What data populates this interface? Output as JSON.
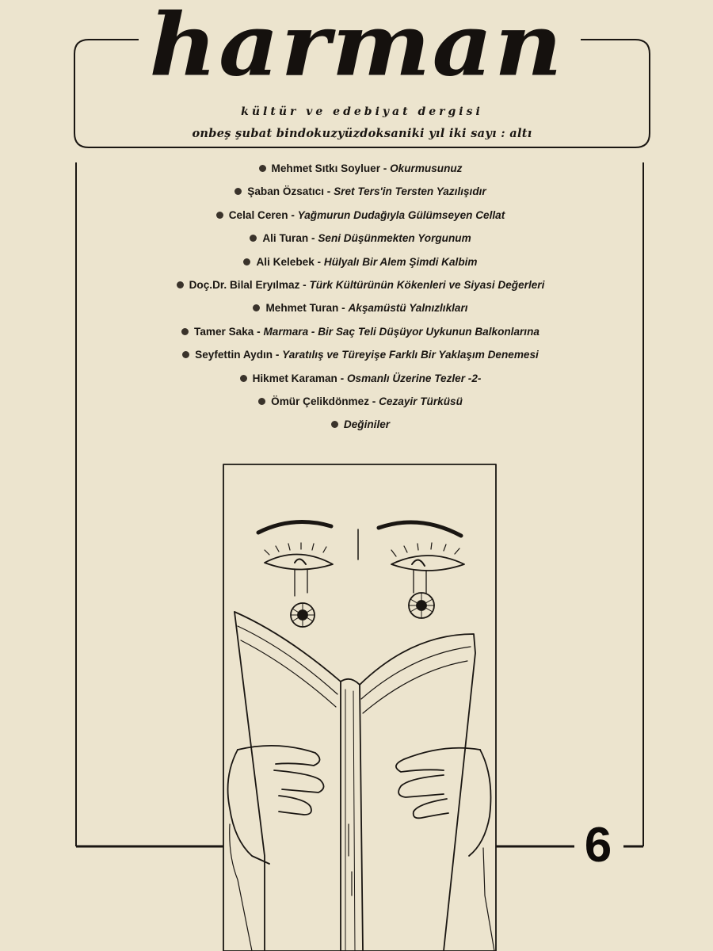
{
  "masthead": {
    "logo": "harman",
    "subtitle": "kültür ve edebiyat dergisi",
    "issue_line": "onbeş şubat bindokuzyüzdoksaniki yıl iki sayı : altı"
  },
  "contents": [
    {
      "author": "Mehmet Sıtkı Soyluer",
      "title": "Okurmusunuz"
    },
    {
      "author": "Şaban Özsatıcı",
      "title": "Sret Ters'in Tersten Yazılışıdır"
    },
    {
      "author": "Celal Ceren",
      "title": "Yağmurun Dudağıyla Gülümseyen Cellat"
    },
    {
      "author": "Ali Turan",
      "title": "Seni Düşünmekten Yorgunum"
    },
    {
      "author": "Ali Kelebek",
      "title": "Hülyalı Bir Alem Şimdi Kalbim"
    },
    {
      "author": "Doç.Dr. Bilal Eryılmaz",
      "title": "Türk Kültürünün Kökenleri ve Siyasi Değerleri"
    },
    {
      "author": "Mehmet Turan",
      "title": "Akşamüstü Yalnızlıkları"
    },
    {
      "author": "Tamer Saka",
      "title": "Marmara - Bir Saç Teli Düşüyor Uykunun Balkonlarına"
    },
    {
      "author": "Seyfettin Aydın",
      "title": "Yaratılış ve Türeyişe Farklı Bir Yaklaşım Denemesi"
    },
    {
      "author": "Hikmet Karaman",
      "title": "Osmanlı Üzerine Tezler -2-"
    },
    {
      "author": "Ömür Çelikdönmez",
      "title": "Cezayir Türküsü"
    },
    {
      "author": "",
      "title": "Değiniler"
    }
  ],
  "issue_number": "6",
  "colors": {
    "paper": "#ece4ce",
    "ink": "#1a1612"
  }
}
